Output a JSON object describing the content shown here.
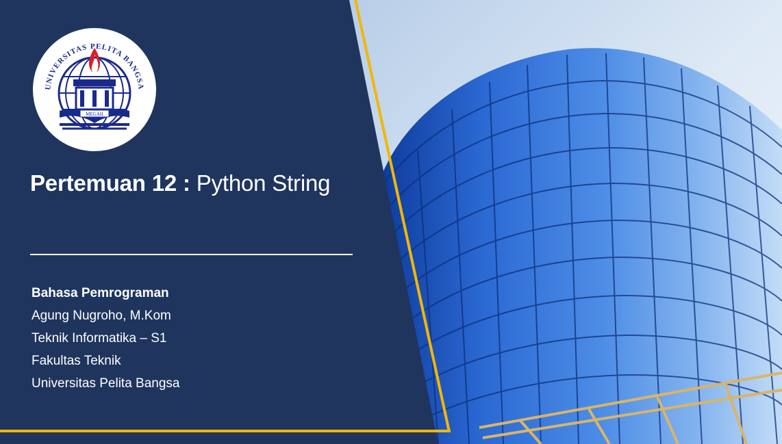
{
  "slide": {
    "title_bold": "Pertemuan 12 :",
    "title_rest": "Python String",
    "course": "Bahasa Pemrograman",
    "lecturer": "Agung Nugroho, M.Kom",
    "program": "Teknik Informatika – S1",
    "faculty": "Fakultas Teknik",
    "university": "Universitas Pelita Bangsa"
  },
  "logo": {
    "ring_text": "UNIVERSITAS PELITA BANGSA",
    "motto": "MEGAH",
    "icon": "university-crest-icon"
  },
  "colors": {
    "panel": "#1f355e",
    "accent": "#f2b705",
    "glass": "#3a78d6",
    "sky": "#d9e8f6",
    "flame": "#d6202a"
  }
}
